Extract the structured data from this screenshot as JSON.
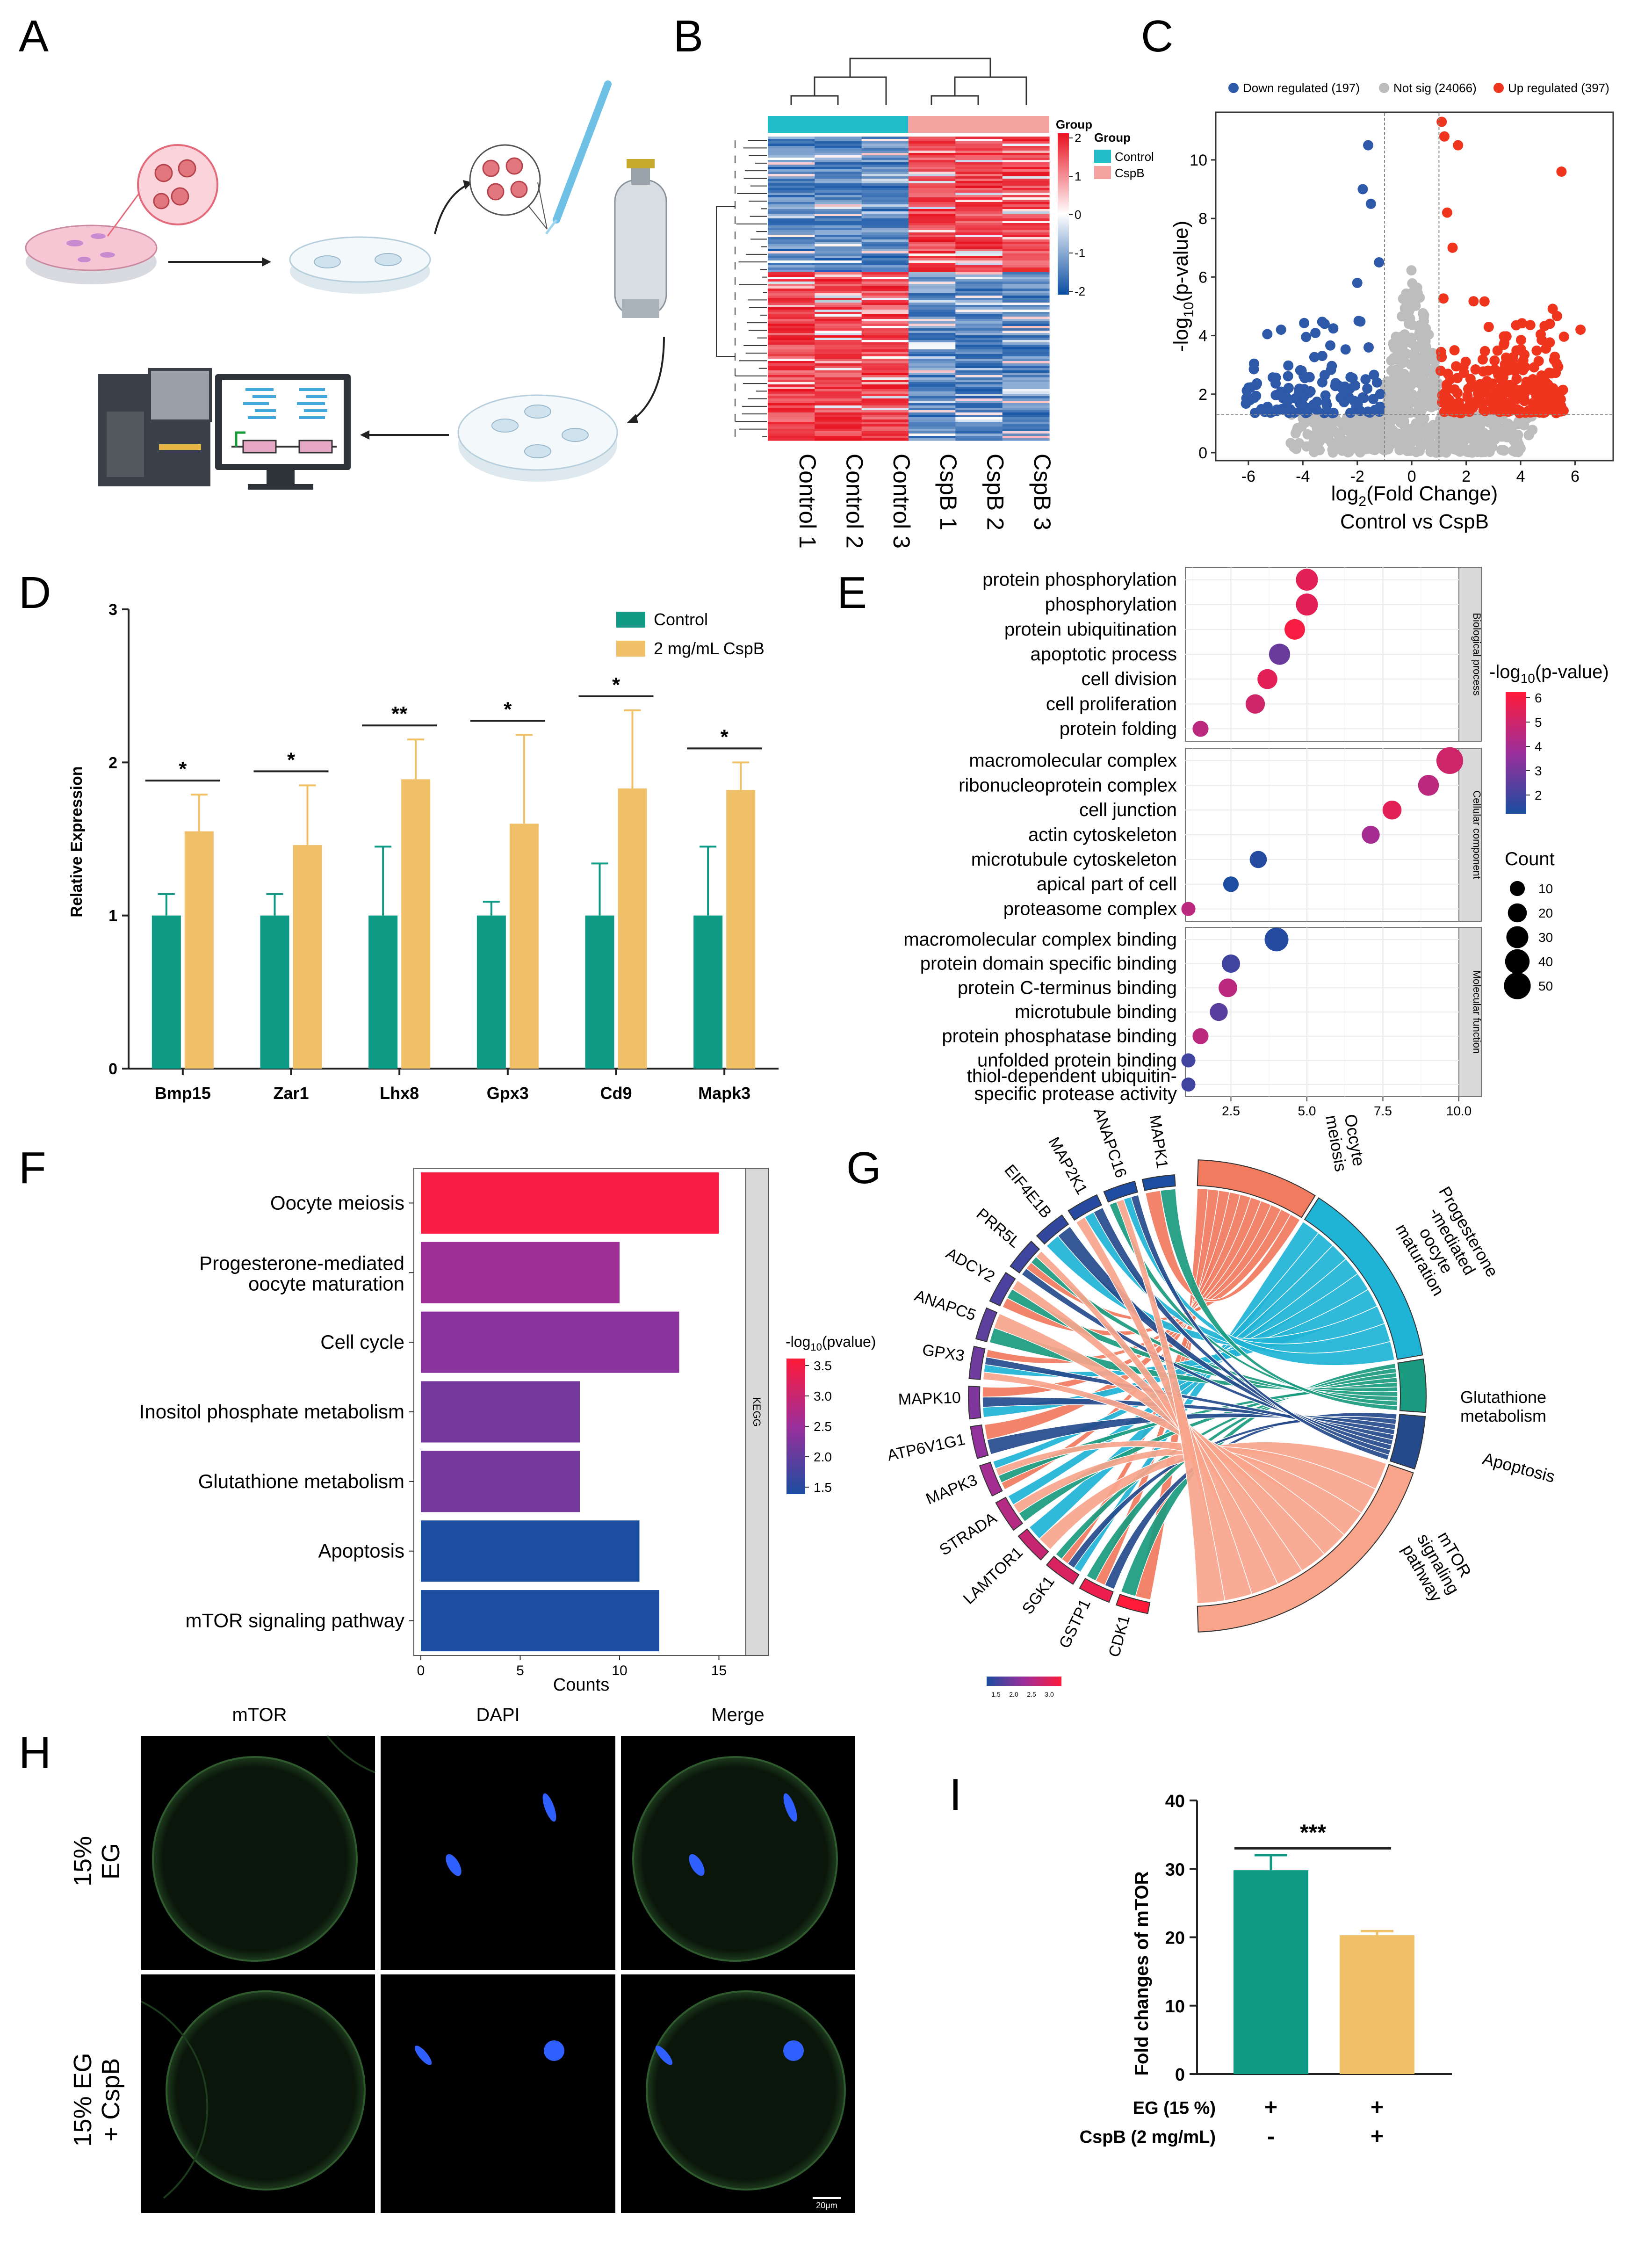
{
  "panel_letters": [
    "A",
    "B",
    "C",
    "D",
    "E",
    "F",
    "G",
    "H",
    "I"
  ],
  "colors": {
    "control_teal": "#0f9a86",
    "cspb_gold": "#efc067",
    "up_red": "#f0351e",
    "down_blue": "#2d59a8",
    "notsig_gray": "#bdbdbd",
    "heat_high": "#e8101e",
    "heat_low": "#0b4ea2",
    "group_control": "#23bdc9",
    "group_cspb": "#f4a3a0",
    "scale_low": "#1b4da0",
    "scale_mid": "#9b2f9b",
    "scale_high": "#ff1a3a",
    "chord_up": "#f27a5f",
    "chord_blue": "#1fb3d6",
    "chord_green": "#1a9b7f",
    "chord_navy": "#254a8c"
  },
  "panel_a": {
    "icons": [
      "culture-dish-icon",
      "petri-dish-icon",
      "oocyte-zoom-icon",
      "micropipette-icon",
      "liquid-nitrogen-tank-icon",
      "thawed-dish-icon",
      "sequencer-icon",
      "monitor-icon"
    ]
  },
  "panel_b": {
    "legend_title": "Group",
    "groups": [
      "Control",
      "CspB"
    ],
    "columns": [
      "Control 1",
      "Control 2",
      "Control 3",
      "CspB 1",
      "CspB 2",
      "CspB 3"
    ],
    "scale_ticks": [
      "2",
      "1",
      "0",
      "-1",
      "-2"
    ]
  },
  "panel_c": {
    "legend": [
      "Down regulated (197)",
      "Not sig (24066)",
      "Up regulated (397)"
    ],
    "xlabel_main": "log",
    "xlabel_sub": "2",
    "xlabel_tail": "(Fold Change)",
    "ylabel_main": "-log",
    "ylabel_sub": "10",
    "ylabel_tail": "(p-value)",
    "subtitle": "Control vs CspB",
    "xticks": [
      "-6",
      "-4",
      "-2",
      "0",
      "2",
      "4",
      "6"
    ],
    "yticks": [
      "0",
      "2",
      "4",
      "6",
      "8",
      "10"
    ]
  },
  "panel_h": {
    "columns": [
      "mTOR",
      "DAPI",
      "Merge"
    ],
    "rows": [
      [
        "15%",
        "EG"
      ],
      [
        "15% EG",
        "+ CspB"
      ]
    ],
    "scale_bar": "20μm"
  },
  "chart_data": [
    {
      "id": "D",
      "type": "bar",
      "title": "",
      "xlabel": "",
      "ylabel": "Relative Expression",
      "ylim": [
        0,
        3
      ],
      "yticks": [
        "0",
        "1",
        "2",
        "3"
      ],
      "categories": [
        "Bmp15",
        "Zar1",
        "Lhx8",
        "Gpx3",
        "Cd9",
        "Mapk3"
      ],
      "series": [
        {
          "name": "Control",
          "values": [
            1,
            1,
            1,
            1,
            1,
            1
          ],
          "errors": [
            0.14,
            0.14,
            0.45,
            0.09,
            0.34,
            0.45
          ]
        },
        {
          "name": "2 mg/mL CspB",
          "values": [
            1.55,
            1.46,
            1.89,
            1.6,
            1.83,
            1.82
          ],
          "errors": [
            0.24,
            0.39,
            0.26,
            0.58,
            0.51,
            0.18
          ]
        }
      ],
      "significance": [
        "*",
        "*",
        "**",
        "*",
        "*",
        "*"
      ],
      "legend_position": "top-right"
    },
    {
      "id": "E",
      "type": "scatter",
      "title": "",
      "xlabel": "",
      "xlim": [
        1,
        10
      ],
      "xticks": [
        "2.5",
        "5.0",
        "7.5",
        "10.0"
      ],
      "color_title_main": "-log",
      "color_title_sub": "10",
      "color_title_tail": "(p-value)",
      "color_ticks": [
        "6",
        "5",
        "4",
        "3",
        "2"
      ],
      "size_title": "Count",
      "size_ticks": [
        "10",
        "20",
        "30",
        "40",
        "50"
      ],
      "facets": [
        {
          "name": "Biological process",
          "terms": [
            {
              "term": "protein phosphorylation",
              "x": 5.0,
              "p": 5.5,
              "count": 30
            },
            {
              "term": "phosphorylation",
              "x": 5.0,
              "p": 5.5,
              "count": 30
            },
            {
              "term": "protein ubiquitination",
              "x": 4.6,
              "p": 6.0,
              "count": 25
            },
            {
              "term": "apoptotic process",
              "x": 4.1,
              "p": 2.8,
              "count": 27
            },
            {
              "term": "cell division",
              "x": 3.7,
              "p": 5.5,
              "count": 23
            },
            {
              "term": "cell proliferation",
              "x": 3.3,
              "p": 5.0,
              "count": 21
            },
            {
              "term": "protein folding",
              "x": 1.5,
              "p": 4.5,
              "count": 12
            }
          ]
        },
        {
          "name": "Cellular component",
          "terms": [
            {
              "term": "macromolecular complex",
              "x": 9.7,
              "p": 5.0,
              "count": 50
            },
            {
              "term": "ribonucleoprotein complex",
              "x": 9.0,
              "p": 4.5,
              "count": 26
            },
            {
              "term": "cell junction",
              "x": 7.8,
              "p": 5.5,
              "count": 20
            },
            {
              "term": "actin cytoskeleton",
              "x": 7.1,
              "p": 4.0,
              "count": 17
            },
            {
              "term": "microtubule cytoskeleton",
              "x": 3.4,
              "p": 1.5,
              "count": 15
            },
            {
              "term": "apical part of cell",
              "x": 2.5,
              "p": 1.2,
              "count": 11
            },
            {
              "term": "proteasome complex",
              "x": 1.1,
              "p": 4.5,
              "count": 8
            }
          ]
        },
        {
          "name": "Molecular function",
          "terms": [
            {
              "term": "macromolecular complex binding",
              "x": 4.0,
              "p": 1.5,
              "count": 37
            },
            {
              "term": "protein domain specific binding",
              "x": 2.5,
              "p": 2.0,
              "count": 18
            },
            {
              "term": "protein C-terminus binding",
              "x": 2.4,
              "p": 4.5,
              "count": 19
            },
            {
              "term": "microtubule binding",
              "x": 2.1,
              "p": 2.5,
              "count": 17
            },
            {
              "term": "protein phosphatase binding",
              "x": 1.5,
              "p": 4.5,
              "count": 12
            },
            {
              "term": "unfolded protein binding",
              "x": 1.1,
              "p": 2.0,
              "count": 8
            },
            {
              "term": "thiol-dependent ubiquitin-\nspecific protease activity",
              "x": 1.1,
              "p": 2.0,
              "count": 8
            }
          ]
        }
      ]
    },
    {
      "id": "F",
      "type": "bar",
      "title": "",
      "xlabel": "Counts",
      "ylabel": "",
      "xlim": [
        0,
        16
      ],
      "xticks": [
        "0",
        "5",
        "10",
        "15"
      ],
      "facet_label": "KEGG",
      "color_title_main": "-log",
      "color_title_sub": "10",
      "color_title_tail": "(pvalue)",
      "color_ticks": [
        "3.5",
        "3.0",
        "2.5",
        "2.0",
        "1.5"
      ],
      "categories": [
        "Oocyte meiosis",
        "Progesterone-mediated\noocyte maturation",
        "Cell cycle",
        "Inositol phosphate metabolism",
        "Glutathione metabolism",
        "Apoptosis",
        "mTOR signaling pathway"
      ],
      "values": [
        15,
        10,
        13,
        8,
        8,
        11,
        12
      ],
      "pvalues": [
        3.5,
        2.5,
        2.3,
        2.1,
        2.1,
        1.3,
        1.3
      ]
    },
    {
      "id": "G",
      "type": "chord",
      "title": "",
      "genes": [
        "CDK1",
        "GSTP1",
        "SGK1",
        "LAMTOR1",
        "STRADA",
        "MAPK3",
        "ATP6V1G1",
        "MAPK10",
        "GPX3",
        "ANAPC5",
        "ADCY2",
        "PRR5L",
        "EIF4E1B",
        "MAP2K1",
        "ANAPC16",
        "MAPK1"
      ],
      "pathways": [
        "Occyte\nmeiosis",
        "Progesterone\n-mediated\noocyte\nmaturation",
        "Glutathione\nmetabolism",
        "Apoptosis",
        "mTOR\nsignaling\npathway"
      ],
      "pathway_colors": [
        "#f27a5f",
        "#1fb3d6",
        "#1a9b7f",
        "#254a8c",
        "#f8a58c"
      ],
      "scale_ticks": [
        "1.5",
        "2.0",
        "2.5",
        "3.0"
      ]
    },
    {
      "id": "I",
      "type": "bar",
      "title": "",
      "ylabel": "Fold changes of mTOR",
      "ylim": [
        0,
        40
      ],
      "yticks": [
        "0",
        "10",
        "20",
        "30",
        "40"
      ],
      "categories": [
        "EG + CspB-",
        "EG + CspB+"
      ],
      "values": [
        29.8,
        20.3
      ],
      "errors": [
        2.2,
        0.6
      ],
      "significance": "***",
      "row_labels": [
        "EG (15 %)",
        "CspB (2 mg/mL)"
      ],
      "row_marks": [
        [
          "+",
          "+"
        ],
        [
          "-",
          "+"
        ]
      ]
    }
  ]
}
